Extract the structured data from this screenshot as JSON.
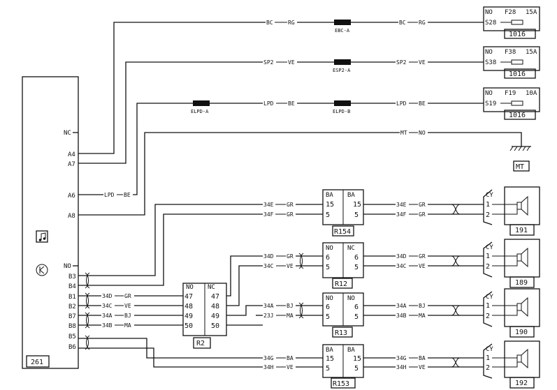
{
  "unit": {
    "id": "261",
    "pins": [
      "NC",
      "A4",
      "A7",
      "A6",
      "A8",
      "NO",
      "B3",
      "B4",
      "B1",
      "B2",
      "B7",
      "B8",
      "B5",
      "B6"
    ]
  },
  "fuses": [
    {
      "nc": "NO",
      "fuse": "F28",
      "rating": "15A",
      "pin": "S28",
      "box": "1016"
    },
    {
      "nc": "NO",
      "fuse": "F38",
      "rating": "15A",
      "pin": "S38",
      "box": "1016"
    },
    {
      "nc": "NO",
      "fuse": "F19",
      "rating": "10A",
      "pin": "S19",
      "box": "1016"
    }
  ],
  "connectors": {
    "ebc": "EBC-A",
    "esp2": "ESP2-A",
    "elpd_a": "ELPD-A",
    "elpd_b": "ELPD-B"
  },
  "wires": {
    "bc": "BC",
    "rg": "RG",
    "sp2": "SP2",
    "ve": "VE",
    "lpd": "LPD",
    "be": "BE",
    "mt": "MT",
    "no": "NO",
    "w34e": "34E",
    "w34f": "34F",
    "w34d": "34D",
    "w34c": "34C",
    "w34a": "34A",
    "w34b": "34B",
    "w23j": "23J",
    "w34g": "34G",
    "w34h": "34H",
    "gr": "GR",
    "bj": "BJ",
    "ma": "MA",
    "ba": "BA"
  },
  "ground": "MT",
  "relays": {
    "r2": {
      "id": "R2",
      "left_head": "NO",
      "right_head": "NC",
      "pins": [
        "47",
        "48",
        "49",
        "50"
      ]
    },
    "r154": {
      "id": "R154",
      "head": "BA",
      "pins": [
        "15",
        "5"
      ]
    },
    "r12": {
      "id": "R12",
      "left_head": "NO",
      "right_head": "NC",
      "pins": [
        "6",
        "5"
      ]
    },
    "r13": {
      "id": "R13",
      "left_head": "NO",
      "right_head": "NO",
      "pins": [
        "6",
        "5"
      ]
    },
    "r153": {
      "id": "R153",
      "head": "BA",
      "pins": [
        "15",
        "5"
      ]
    }
  },
  "speakers": [
    {
      "head": "CY",
      "pins": [
        "1",
        "2"
      ],
      "id": "191"
    },
    {
      "head": "CY",
      "pins": [
        "1",
        "2"
      ],
      "id": "189"
    },
    {
      "head": "CY",
      "pins": [
        "1",
        "2"
      ],
      "id": "190"
    },
    {
      "head": "CY",
      "pins": [
        "1",
        "2"
      ],
      "id": "192"
    }
  ]
}
